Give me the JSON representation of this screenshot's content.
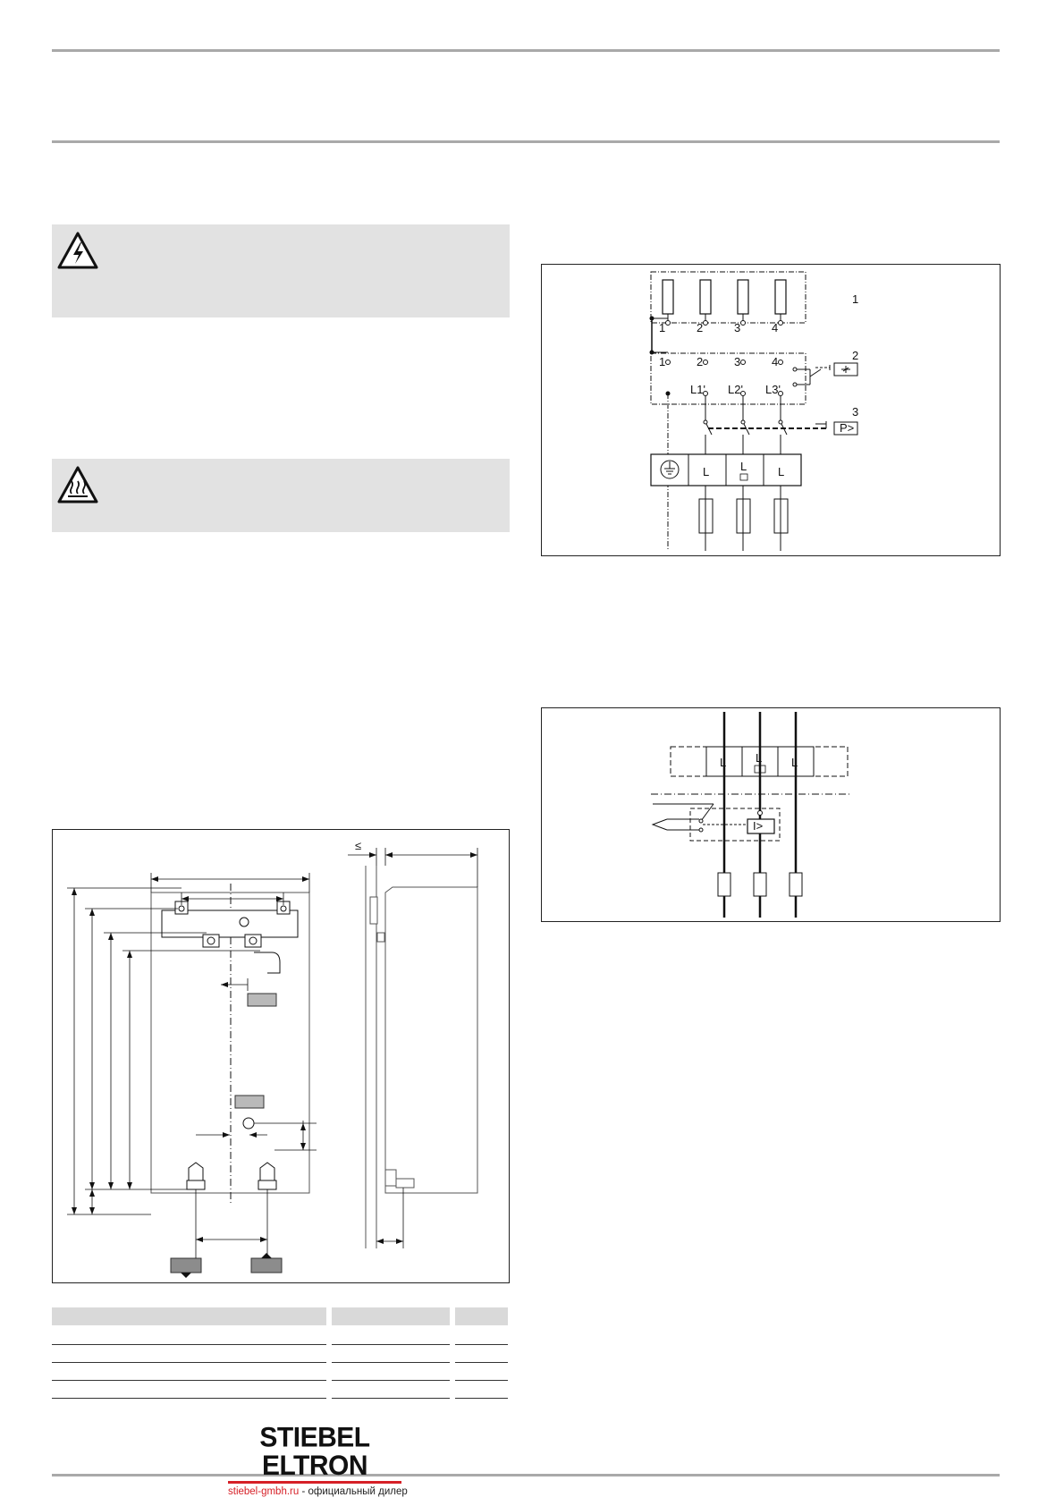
{
  "diagram1": {
    "terminals_top": [
      "1",
      "2",
      "3",
      "4"
    ],
    "terminals_bottom": [
      "1",
      "2",
      "3",
      "4"
    ],
    "phases": [
      "L1'",
      "L2'",
      "L3'"
    ],
    "blocks": [
      "L",
      "L",
      "L"
    ],
    "item_numbers": [
      "1",
      "2",
      "3"
    ],
    "pressure_symbol": "P>"
  },
  "diagram2": {
    "blocks": [
      "L",
      "L",
      "L"
    ],
    "relay_label": "I>"
  },
  "dimension": {
    "max_symbol": "≤"
  },
  "footer": {
    "brand": "STIEBEL ELTRON",
    "dealer_site": "stiebel-gmbh.ru",
    "dealer_text": " - официальный дилер"
  },
  "colors": {
    "rule": "#a9a9a9",
    "panel": "#e2e2e2",
    "brand_red": "#d62027"
  },
  "icons": {
    "warning": "electric-hazard-icon",
    "hot": "hot-surface-icon"
  }
}
